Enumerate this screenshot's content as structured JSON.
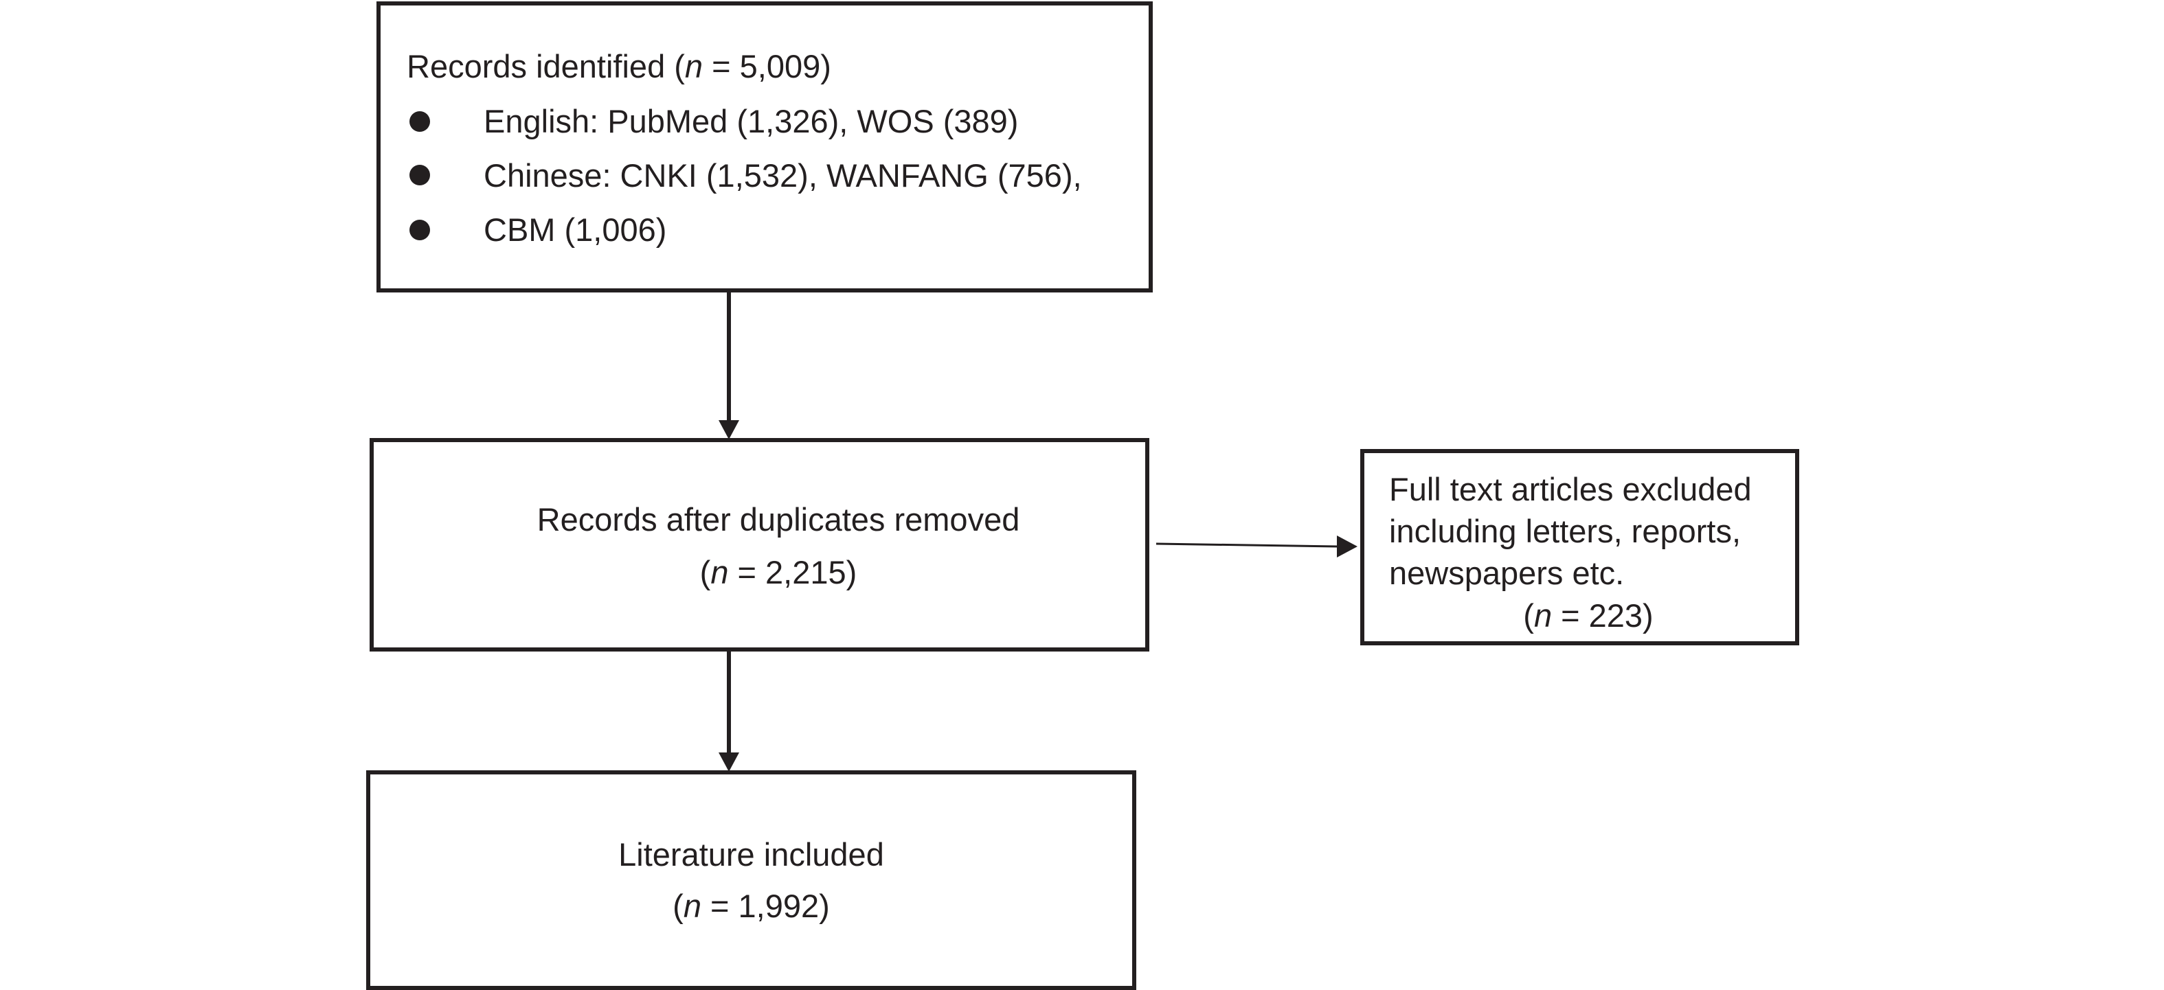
{
  "nodes": {
    "identified": {
      "title_prefix": "Records identified (",
      "title_n": "n",
      "title_suffix": " = 5,009)",
      "items": [
        "English: PubMed (1,326), WOS (389)",
        "Chinese: CNKI (1,532), WANFANG (756),",
        "CBM (1,006)"
      ]
    },
    "dedup": {
      "title": "Records after duplicates removed",
      "count_prefix": "(",
      "count_n": "n",
      "count_suffix": " = 2,215)"
    },
    "excluded": {
      "lines": [
        "Full text articles excluded",
        "including letters, reports,",
        "newspapers etc."
      ],
      "count_prefix": "(",
      "count_n": "n",
      "count_suffix": " = 223)"
    },
    "included": {
      "title": "Literature included",
      "count_prefix": "(",
      "count_n": "n",
      "count_suffix": " = 1,992)"
    }
  },
  "edges": [
    {
      "from": "identified",
      "to": "dedup"
    },
    {
      "from": "dedup",
      "to": "excluded"
    },
    {
      "from": "dedup",
      "to": "included"
    }
  ],
  "colors": {
    "stroke": "#231f20",
    "background": "#ffffff"
  }
}
